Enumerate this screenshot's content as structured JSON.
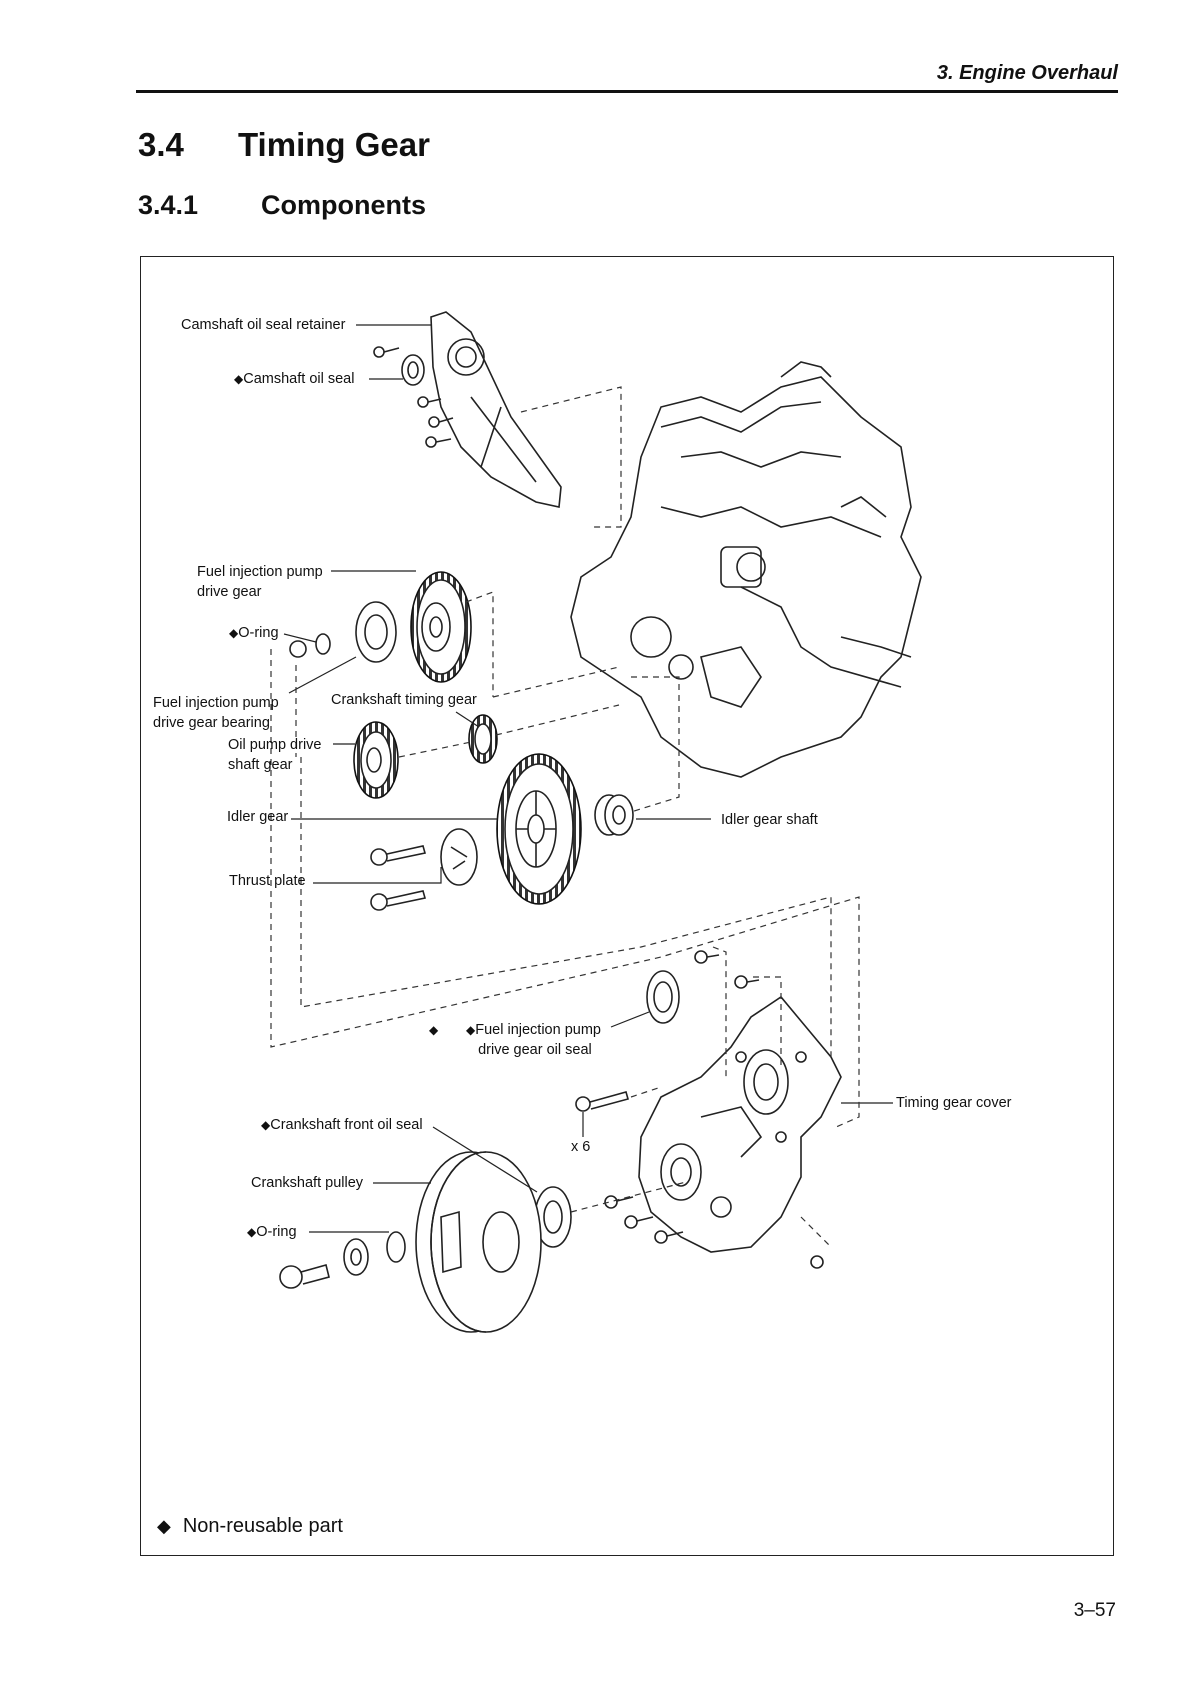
{
  "header": {
    "chapter": "3.  Engine Overhaul"
  },
  "section": {
    "number": "3.4",
    "title": "Timing Gear"
  },
  "subsection": {
    "number": "3.4.1",
    "title": "Components"
  },
  "figure": {
    "labels": {
      "camshaft_oil_seal_retainer": "Camshaft oil seal retainer",
      "camshaft_oil_seal": "Camshaft oil seal",
      "fuel_injection_pump_drive_gear_1": "Fuel injection pump",
      "fuel_injection_pump_drive_gear_2": "drive gear",
      "o_ring_top": "O-ring",
      "fuel_injection_pump_drive_gear_bearing_1": "Fuel injection pump",
      "fuel_injection_pump_drive_gear_bearing_2": "drive gear bearing",
      "crankshaft_timing_gear": "Crankshaft timing gear",
      "oil_pump_drive_shaft_gear_1": "Oil pump drive",
      "oil_pump_drive_shaft_gear_2": "shaft gear",
      "idler_gear": "Idler gear",
      "idler_gear_shaft": "Idler gear shaft",
      "thrust_plate": "Thrust plate",
      "fuel_injection_pump_drive_gear_oil_seal_1": "Fuel injection pump",
      "fuel_injection_pump_drive_gear_oil_seal_2": "drive gear oil seal",
      "crankshaft_front_oil_seal": "Crankshaft front oil seal",
      "crankshaft_pulley": "Crankshaft pulley",
      "o_ring_bottom": "O-ring",
      "timing_gear_cover": "Timing gear cover",
      "bolt_count": "x 6"
    },
    "non_reusable_marker": "◆",
    "legend": "Non-reusable part"
  },
  "page_number": "3–57"
}
